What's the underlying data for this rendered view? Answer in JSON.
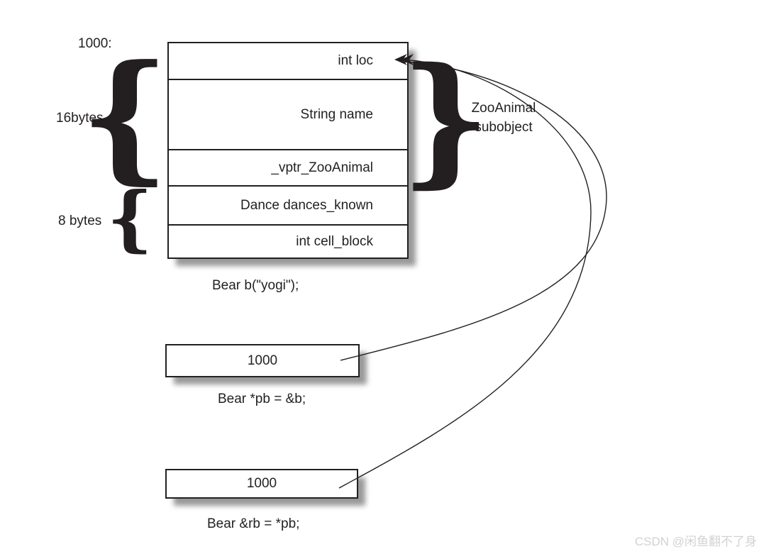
{
  "diagram": {
    "address_label": "1000:",
    "top_size_label": "16bytes",
    "bottom_size_label": "8 bytes",
    "left_brace_glyph": "{",
    "right_brace_glyph": "}",
    "object_box": {
      "rows": [
        "int loc",
        "String name",
        "_vptr_ZooAnimal",
        "Dance dances_known",
        "int cell_block"
      ],
      "caption": "Bear b(\"yogi\");"
    },
    "subobject_label": {
      "line1": "ZooAnimal",
      "line2": "subobject"
    },
    "pointer_box": {
      "value": "1000",
      "caption": "Bear *pb = &b;"
    },
    "reference_box": {
      "value": "1000",
      "caption": "Bear &rb = *pb;"
    }
  },
  "watermark": {
    "text": "CSDN @闲鱼翻不了身"
  },
  "colors": {
    "ink": "#231f20",
    "background": "#ffffff",
    "watermark": "#d2d2d2"
  }
}
